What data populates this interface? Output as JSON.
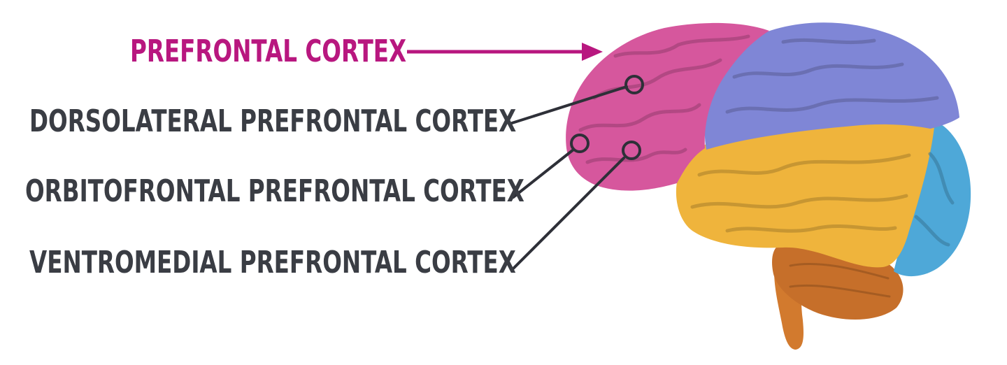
{
  "colors": {
    "prefrontal": "#b8177f",
    "label_text": "#3a3d44",
    "frontal_lobe": "#d6579d",
    "parietal_lobe": "#7f86d6",
    "temporal_lobe": "#efb43c",
    "occipital_lobe": "#4ea8d8",
    "cerebellum": "#c66f2a",
    "brainstem": "#d27a2e",
    "leader_line": "#2e3038"
  },
  "labels": {
    "prefrontal": "PREFRONTAL CORTEX",
    "dorsolateral": "DORSOLATERAL PREFRONTAL CORTEX",
    "orbitofrontal": "ORBITOFRONTAL PREFRONTAL CORTEX",
    "ventromedial": "VENTROMEDIAL PREFRONTAL CORTEX"
  }
}
